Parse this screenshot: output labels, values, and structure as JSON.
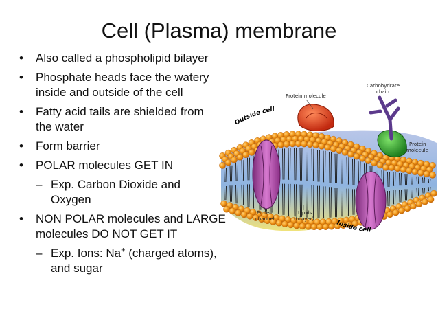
{
  "slide": {
    "title": "Cell (Plasma) membrane",
    "bullets": [
      {
        "text": "Also called a ",
        "underline": "phospholipid bilayer"
      },
      {
        "line1": "Phosphate heads face the watery",
        "line2": "inside and outside of the cell"
      },
      {
        "line1": "Fatty acid tails are shielded from",
        "line2": "the water"
      },
      {
        "text": "Form barrier"
      },
      {
        "text": "POLAR molecules GET IN"
      },
      {
        "line1": "NON POLAR molecules and LARGE",
        "line2": "molecules DO NOT GET IT"
      }
    ],
    "subs": [
      {
        "line1": "Exp. Carbon Dioxide and",
        "line2": "Oxygen"
      },
      {
        "prefix": "Exp. Ions: Na",
        "sup": "+",
        "suffix": " (charged atoms),",
        "line2": "and sugar"
      }
    ]
  },
  "diagram": {
    "labels": {
      "protein_top": "Protein molecule",
      "carb1": "Carbohydrate",
      "carb2": "chain",
      "protein_right1": "Protein",
      "protein_right2": "molecule",
      "channel1": "Protein",
      "channel2": "channel",
      "lipids1": "Lipids",
      "lipids2": "(bilayer)",
      "outside": "Outside cell",
      "inside": "Inside cell"
    },
    "colors": {
      "head": "#f39a1c",
      "channel": "#b04aa8",
      "protein_red": "#e2431a",
      "protein_green": "#2faa2a",
      "carb": "#5c3a8c",
      "tail": "#1a1a1a"
    }
  }
}
